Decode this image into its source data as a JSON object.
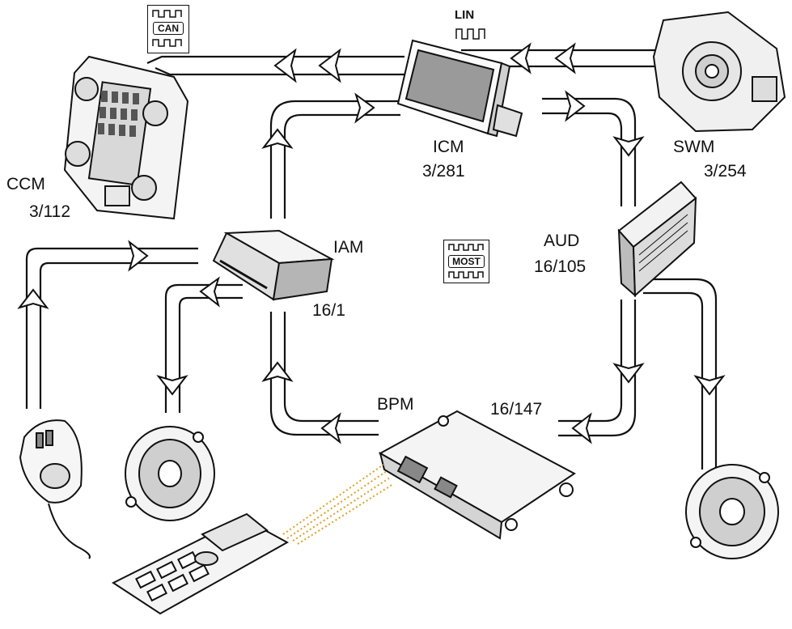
{
  "labels": {
    "ccm": "CCM",
    "ccm_code": "3/112",
    "icm": "ICM",
    "icm_code": "3/281",
    "swm": "SWM",
    "swm_code": "3/254",
    "iam": "IAM",
    "iam_code": "16/1",
    "aud": "AUD",
    "aud_code": "16/105",
    "bpm": "BPM",
    "bpm_code": "16/147"
  },
  "bus_badges": {
    "can": "CAN",
    "lin": "LIN",
    "most": "MOST"
  },
  "components": [
    "control-panel",
    "display",
    "steering-module",
    "audio-module",
    "speaker",
    "microphone",
    "phone",
    "bluetooth-module"
  ],
  "colors": {
    "line": "#111111",
    "bluetooth_link": "#e0a020",
    "background": "#ffffff"
  }
}
